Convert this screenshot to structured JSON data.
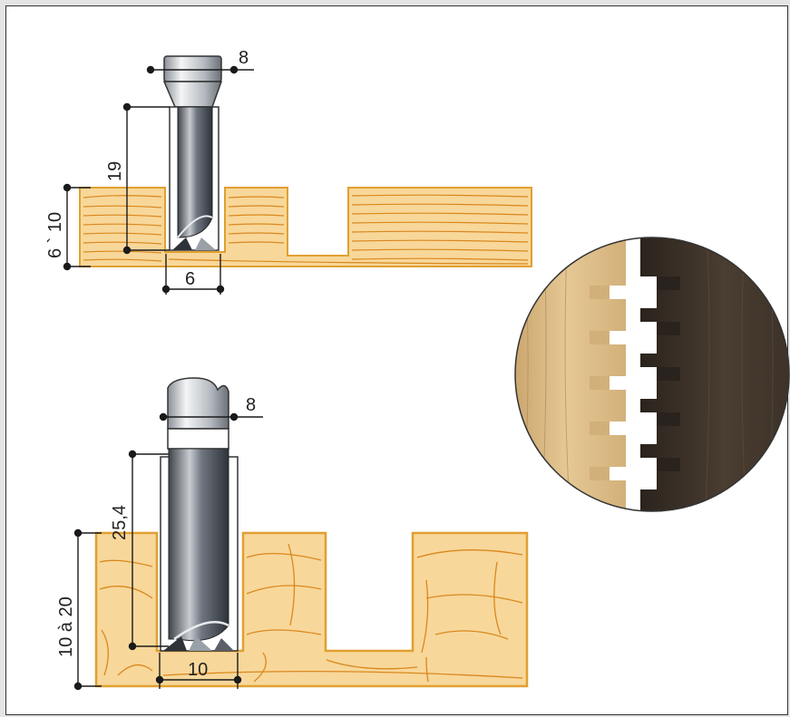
{
  "colors": {
    "wood_light": "#f8d79a",
    "wood_grain": "#d9881e",
    "wood_outline": "#e0a030",
    "bit_steel": "#6f7680",
    "bit_highlight": "#e9ecef",
    "dimension_line": "#1a1a1a",
    "joint_light_wood": "#d6b57a",
    "joint_dark_wood": "#3a2f26"
  },
  "top_diagram": {
    "dim_shank": "8",
    "dim_cut_length": "19",
    "dim_depth": "6 ` 10",
    "dim_width": "6"
  },
  "bottom_diagram": {
    "dim_shank": "8",
    "dim_cut_length": "25,4",
    "dim_depth": "10 à 20",
    "dim_width": "10"
  },
  "icons": {
    "top_bit": "straight-router-bit-icon",
    "bottom_bit": "straight-router-bit-icon",
    "joint_photo": "box-joint-photo-icon"
  }
}
